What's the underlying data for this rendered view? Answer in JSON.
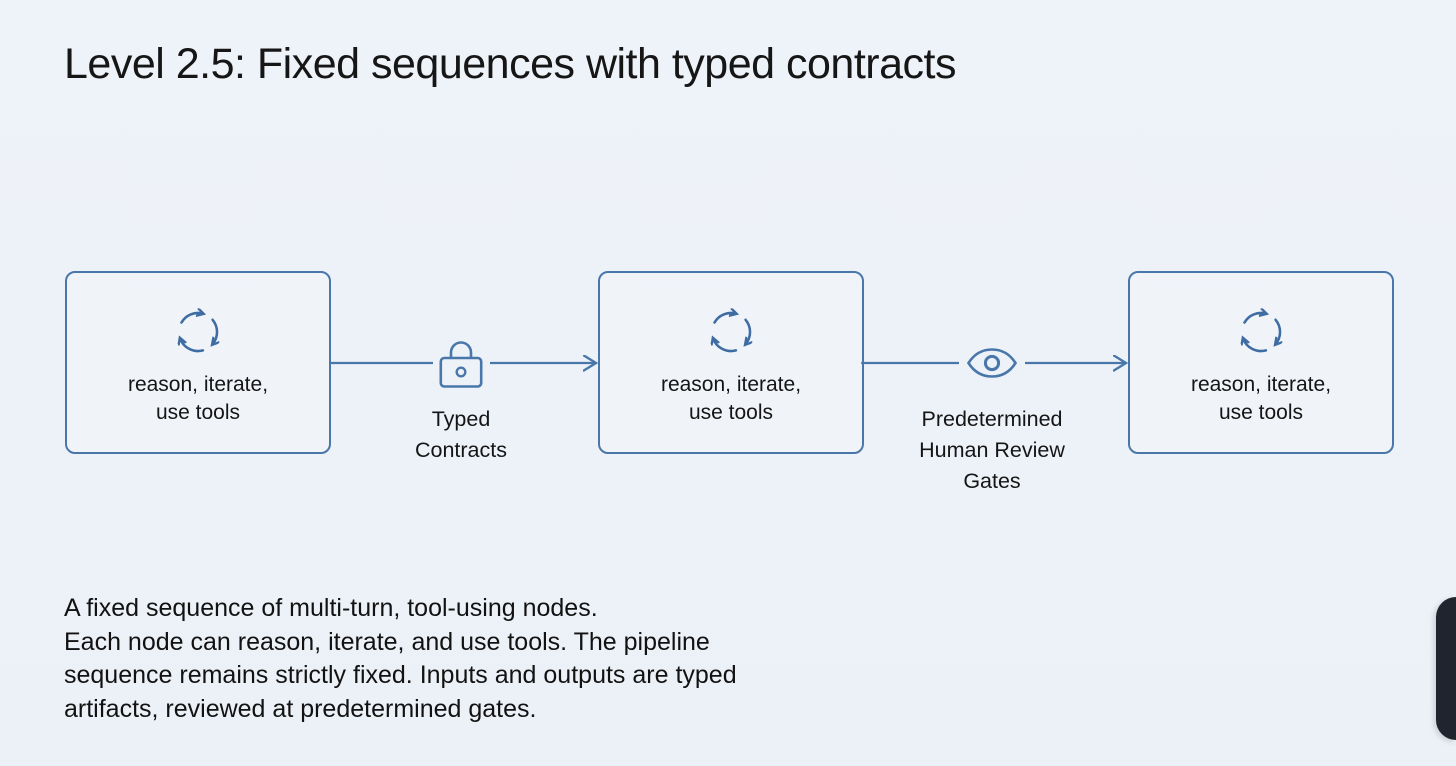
{
  "page": {
    "background_color": "#edf2f8",
    "accent_color": "#4a77a9",
    "text_color": "#151515",
    "widget_color": "#20242e"
  },
  "title": "Level 2.5: Fixed sequences with typed contracts",
  "diagram": {
    "nodes": [
      {
        "icon": "cycle-arrows-icon",
        "label_line1": "reason, iterate,",
        "label_line2": "use tools"
      },
      {
        "icon": "cycle-arrows-icon",
        "label_line1": "reason, iterate,",
        "label_line2": "use tools"
      },
      {
        "icon": "cycle-arrows-icon",
        "label_line1": "reason, iterate,",
        "label_line2": "use tools"
      }
    ],
    "gates": [
      {
        "icon": "lock-icon",
        "label_lines": [
          "Typed",
          "Contracts"
        ]
      },
      {
        "icon": "eye-icon",
        "label_lines": [
          "Predetermined",
          "Human Review",
          "Gates"
        ]
      }
    ]
  },
  "description": {
    "lines": [
      "A fixed sequence of multi-turn, tool-using nodes.",
      "Each node can reason, iterate, and use tools. The pipeline",
      "sequence remains strictly fixed. Inputs and outputs are typed",
      "artifacts, reviewed at predetermined gates."
    ]
  }
}
